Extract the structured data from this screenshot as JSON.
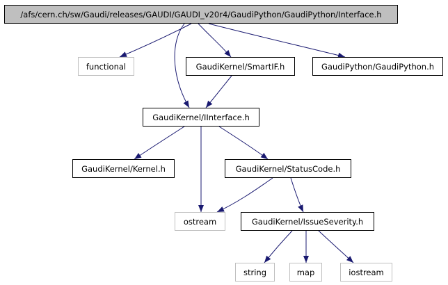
{
  "nodes": {
    "root": "/afs/cern.ch/sw/Gaudi/releases/GAUDI/GAUDI_v20r4/GaudiPython/GaudiPython/Interface.h",
    "functional": "functional",
    "smartif": "GaudiKernel/SmartIF.h",
    "gaudipython": "GaudiPython/GaudiPython.h",
    "iinterface": "GaudiKernel/IInterface.h",
    "kernel": "GaudiKernel/Kernel.h",
    "statuscode": "GaudiKernel/StatusCode.h",
    "ostream": "ostream",
    "issueseverity": "GaudiKernel/IssueSeverity.h",
    "string": "string",
    "map": "map",
    "iostream": "iostream"
  },
  "edges": [
    [
      "root",
      "functional"
    ],
    [
      "root",
      "smartif"
    ],
    [
      "root",
      "gaudipython"
    ],
    [
      "root",
      "iinterface"
    ],
    [
      "smartif",
      "iinterface"
    ],
    [
      "iinterface",
      "kernel"
    ],
    [
      "iinterface",
      "statuscode"
    ],
    [
      "iinterface",
      "ostream"
    ],
    [
      "statuscode",
      "ostream"
    ],
    [
      "statuscode",
      "issueseverity"
    ],
    [
      "issueseverity",
      "string"
    ],
    [
      "issueseverity",
      "map"
    ],
    [
      "issueseverity",
      "iostream"
    ]
  ],
  "colors": {
    "edge": "#191970",
    "node_border": "#000000",
    "external_border": "#bfbfbf",
    "root_fill": "#bfbfbf"
  }
}
